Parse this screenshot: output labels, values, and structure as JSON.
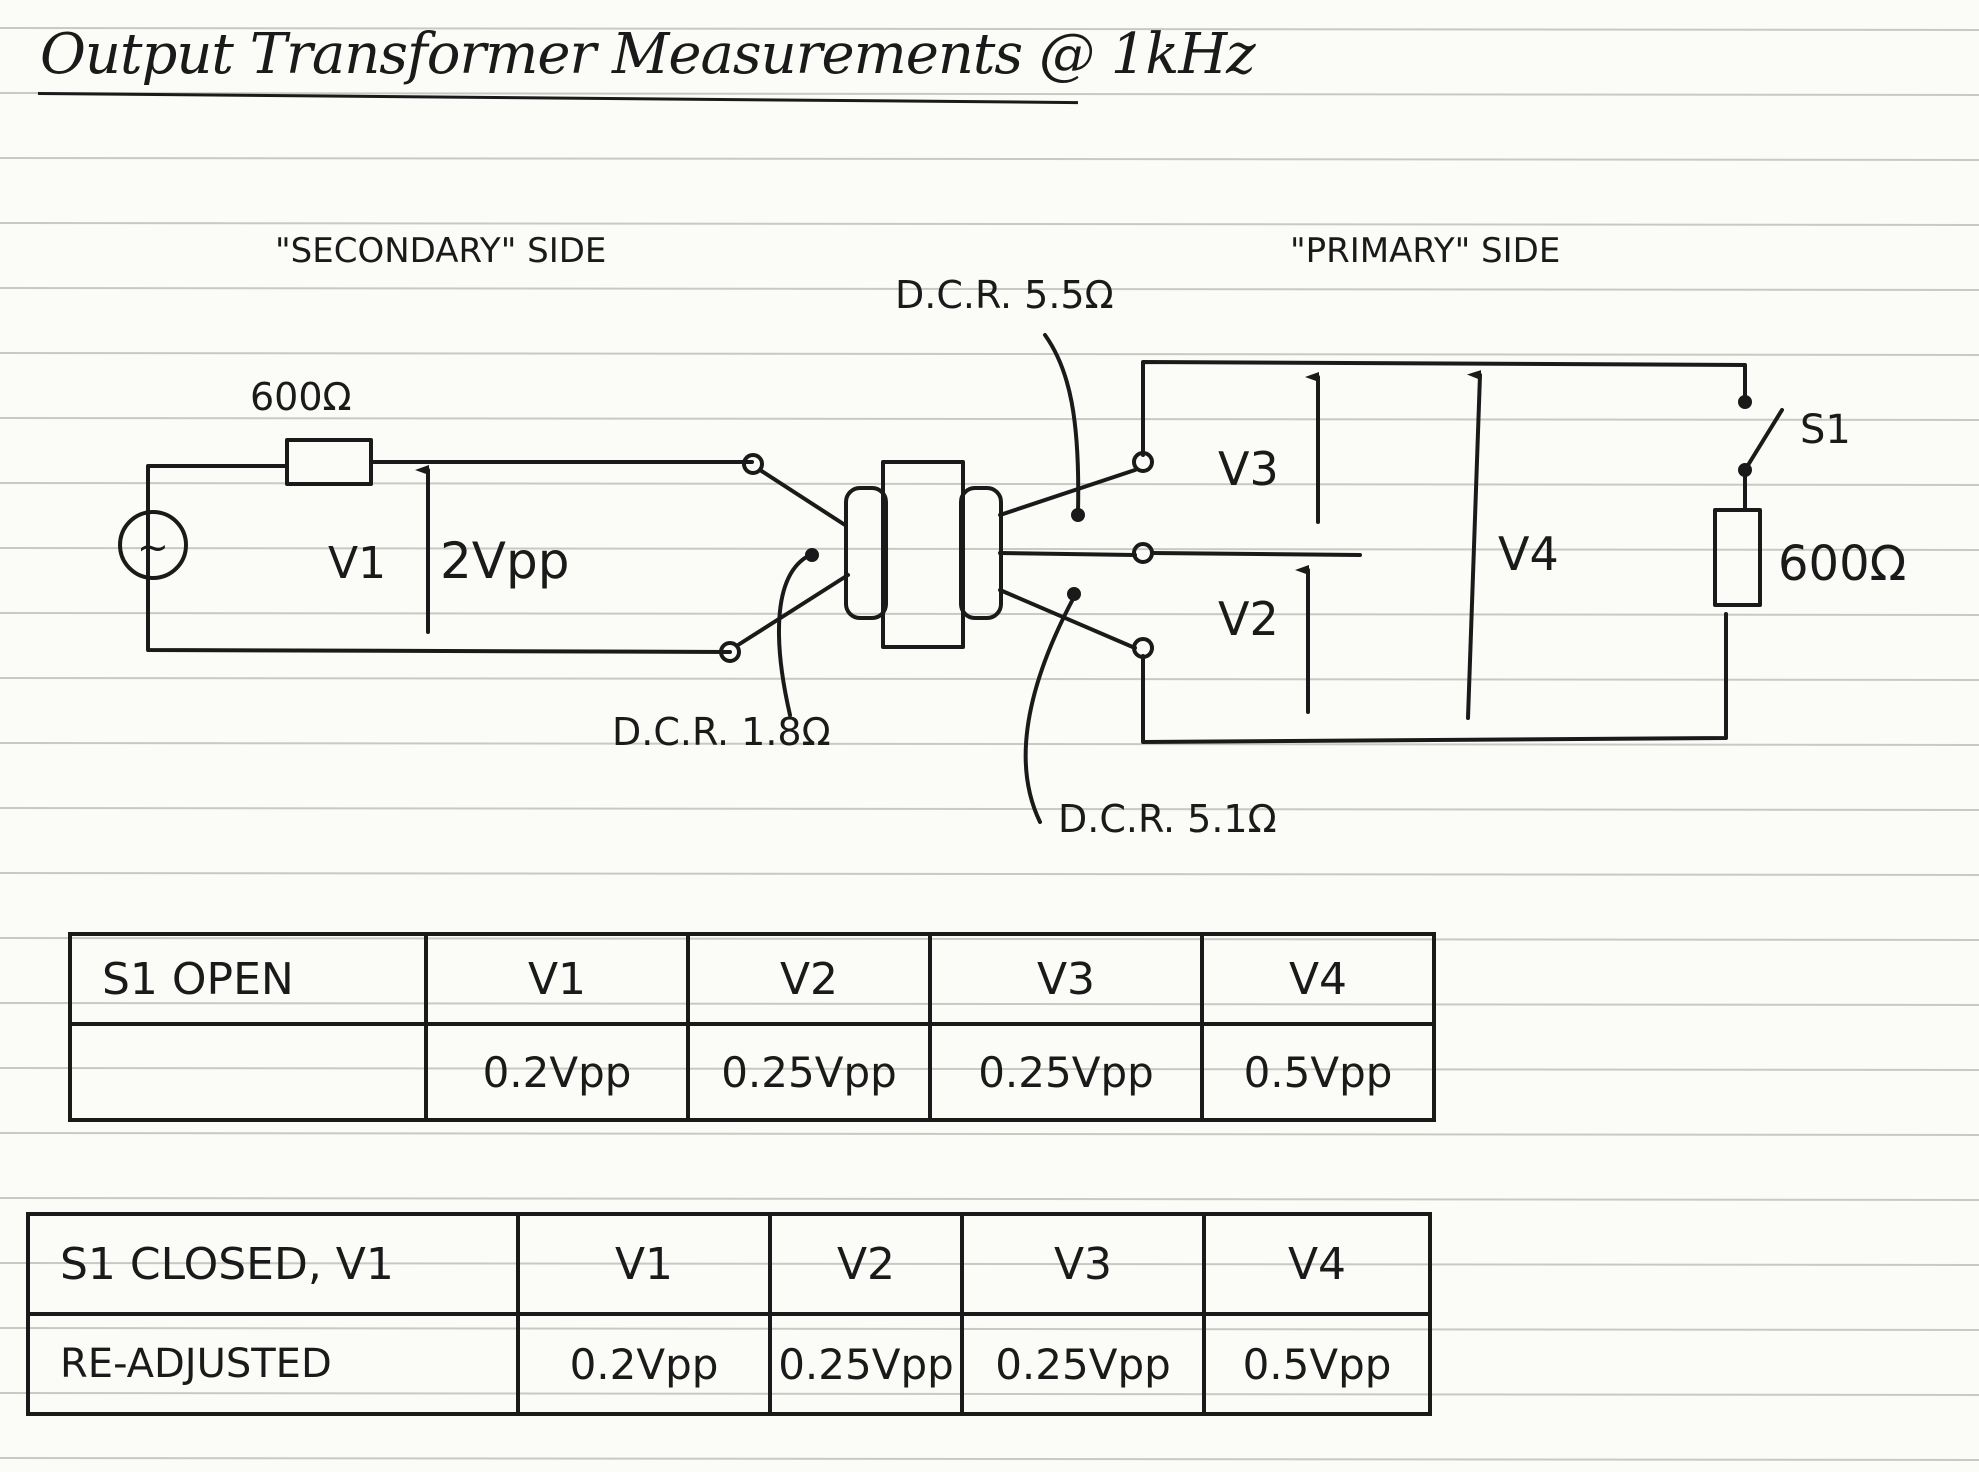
{
  "title": "Output Transformer Measurements @ 1kHz",
  "diagram": {
    "secondary_side_label": "\"SECONDARY\" SIDE",
    "primary_side_label": "\"PRIMARY\" SIDE",
    "source_resistor": "600Ω",
    "source_symbol": "~",
    "v1_label": "V1",
    "v1_value": "2Vpp",
    "dcr_secondary": "D.C.R. 1.8Ω",
    "dcr_primary_upper": "D.C.R. 5.5Ω",
    "dcr_primary_lower": "D.C.R. 5.1Ω",
    "v3_label": "V3",
    "v2_label": "V2",
    "v4_label": "V4",
    "switch_label": "S1",
    "load_resistor": "600Ω"
  },
  "table_open": {
    "row_label_1": "S1 OPEN",
    "row_label_2": "",
    "headers": [
      "V1",
      "V2",
      "V3",
      "V4"
    ],
    "values": [
      "0.2Vpp",
      "0.25Vpp",
      "0.25Vpp",
      "0.5Vpp"
    ]
  },
  "table_closed": {
    "row_label_1": "S1 CLOSED, V1",
    "row_label_2": "RE-ADJUSTED",
    "headers": [
      "V1",
      "V2",
      "V3",
      "V4"
    ],
    "values": [
      "0.2Vpp",
      "0.25Vpp",
      "0.25Vpp",
      "0.5Vpp"
    ]
  }
}
